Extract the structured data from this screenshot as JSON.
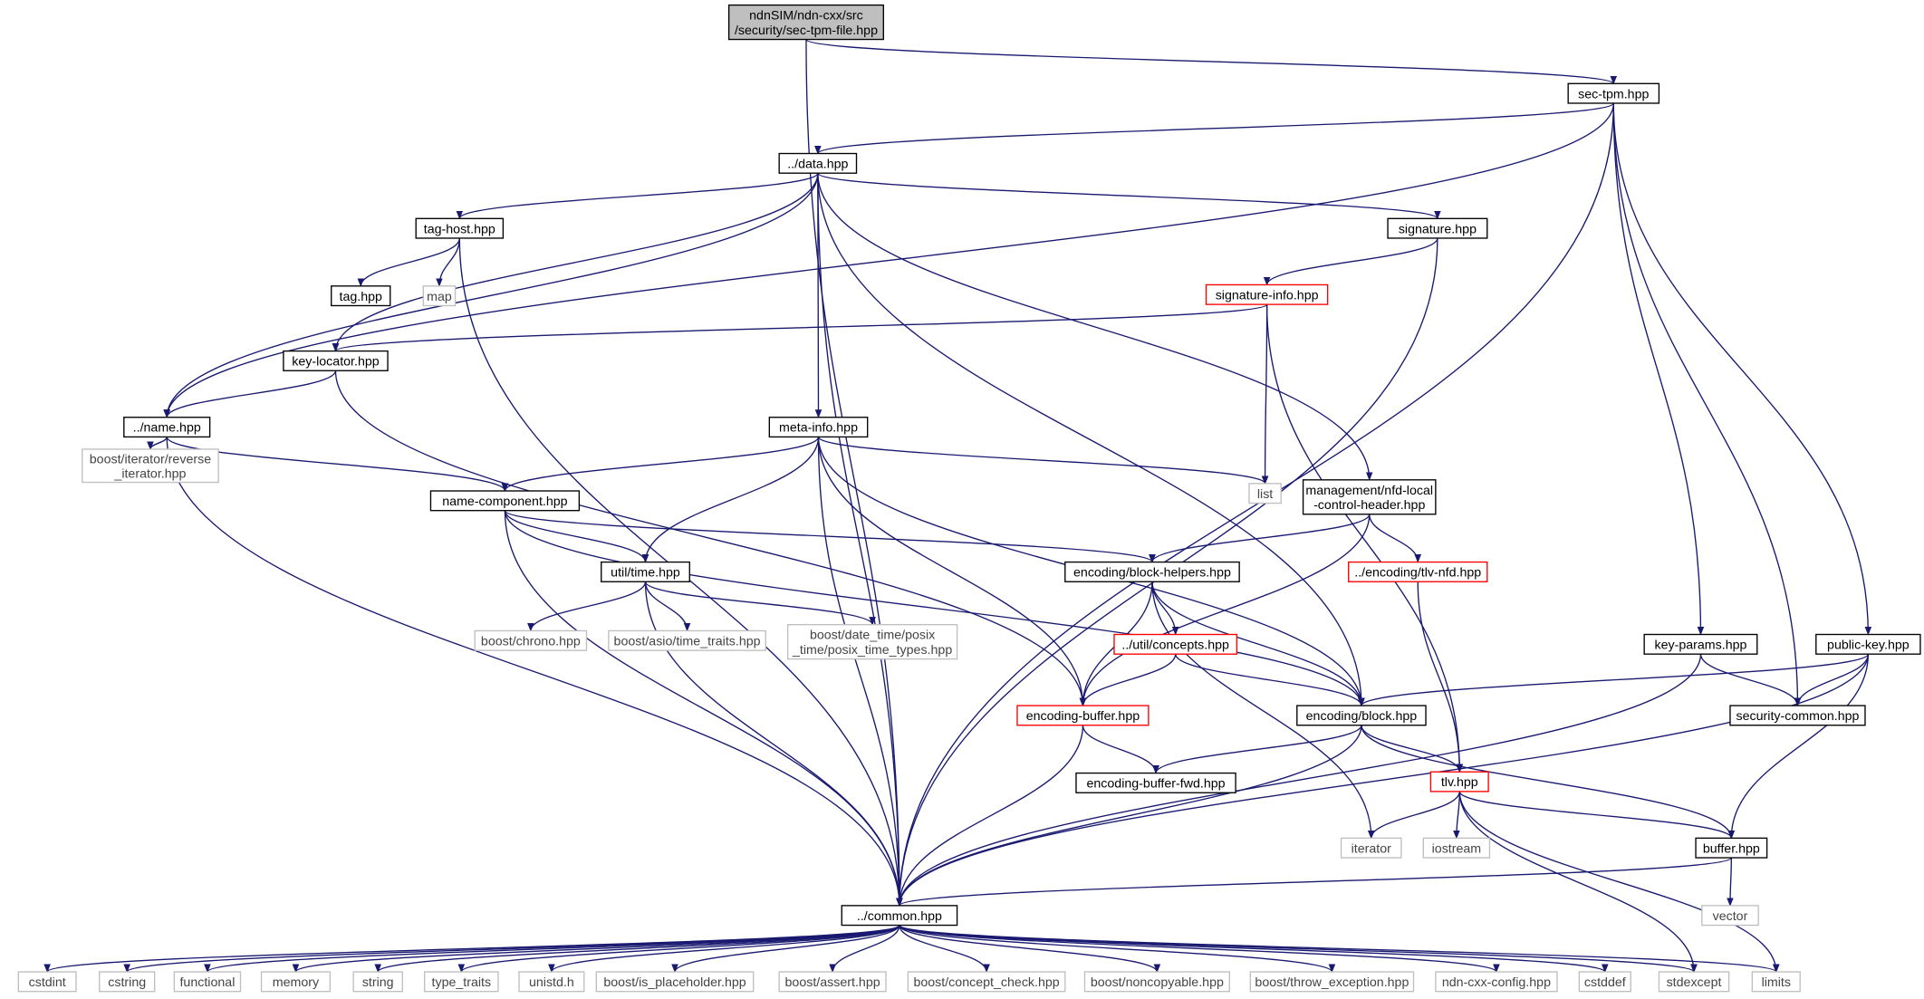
{
  "graph": {
    "edge_color": "#191970",
    "node_border_colors": {
      "normal": "#000000",
      "incomplete": "#ff0000",
      "external": "#bfbfbf"
    },
    "root_fill": "#bfbfbf",
    "nodes": [
      {
        "id": "root",
        "label": "ndnSIM/ndn-cxx/src\n/security/sec-tpm-file.hpp",
        "kind": "root"
      },
      {
        "id": "sectpm",
        "label": "sec-tpm.hpp",
        "kind": "normal"
      },
      {
        "id": "data",
        "label": "../data.hpp",
        "kind": "normal"
      },
      {
        "id": "taghost",
        "label": "tag-host.hpp",
        "kind": "normal"
      },
      {
        "id": "signature",
        "label": "signature.hpp",
        "kind": "normal"
      },
      {
        "id": "tag",
        "label": "tag.hpp",
        "kind": "normal"
      },
      {
        "id": "map",
        "label": "map",
        "kind": "external"
      },
      {
        "id": "siginfo",
        "label": "signature-info.hpp",
        "kind": "incomplete"
      },
      {
        "id": "keyloc",
        "label": "key-locator.hpp",
        "kind": "normal"
      },
      {
        "id": "name",
        "label": "../name.hpp",
        "kind": "normal"
      },
      {
        "id": "metainfo",
        "label": "meta-info.hpp",
        "kind": "normal"
      },
      {
        "id": "reviter",
        "label": "boost/iterator/reverse\n_iterator.hpp",
        "kind": "external"
      },
      {
        "id": "list",
        "label": "list",
        "kind": "external"
      },
      {
        "id": "nfdlocal",
        "label": "management/nfd-local\n-control-header.hpp",
        "kind": "normal"
      },
      {
        "id": "namecomp",
        "label": "name-component.hpp",
        "kind": "normal"
      },
      {
        "id": "utiltime",
        "label": "util/time.hpp",
        "kind": "normal"
      },
      {
        "id": "blockhelpers",
        "label": "encoding/block-helpers.hpp",
        "kind": "normal"
      },
      {
        "id": "tlvnfd",
        "label": "../encoding/tlv-nfd.hpp",
        "kind": "incomplete"
      },
      {
        "id": "chrono",
        "label": "boost/chrono.hpp",
        "kind": "external"
      },
      {
        "id": "asio",
        "label": "boost/asio/time_traits.hpp",
        "kind": "external"
      },
      {
        "id": "datetime",
        "label": "boost/date_time/posix\n_time/posix_time_types.hpp",
        "kind": "external"
      },
      {
        "id": "concepts",
        "label": "../util/concepts.hpp",
        "kind": "incomplete"
      },
      {
        "id": "keyparams",
        "label": "key-params.hpp",
        "kind": "normal"
      },
      {
        "id": "pubkey",
        "label": "public-key.hpp",
        "kind": "normal"
      },
      {
        "id": "encbuf",
        "label": "encoding-buffer.hpp",
        "kind": "incomplete"
      },
      {
        "id": "block",
        "label": "encoding/block.hpp",
        "kind": "normal"
      },
      {
        "id": "seccommon",
        "label": "security-common.hpp",
        "kind": "normal"
      },
      {
        "id": "encbuffwd",
        "label": "encoding-buffer-fwd.hpp",
        "kind": "normal"
      },
      {
        "id": "tlv",
        "label": "tlv.hpp",
        "kind": "incomplete"
      },
      {
        "id": "iterator",
        "label": "iterator",
        "kind": "external"
      },
      {
        "id": "iostream",
        "label": "iostream",
        "kind": "external"
      },
      {
        "id": "buffer",
        "label": "buffer.hpp",
        "kind": "normal"
      },
      {
        "id": "vector",
        "label": "vector",
        "kind": "external"
      },
      {
        "id": "common",
        "label": "../common.hpp",
        "kind": "normal"
      },
      {
        "id": "cstdint",
        "label": "cstdint",
        "kind": "external"
      },
      {
        "id": "cstring",
        "label": "cstring",
        "kind": "external"
      },
      {
        "id": "functional",
        "label": "functional",
        "kind": "external"
      },
      {
        "id": "memory",
        "label": "memory",
        "kind": "external"
      },
      {
        "id": "string",
        "label": "string",
        "kind": "external"
      },
      {
        "id": "typetraits",
        "label": "type_traits",
        "kind": "external"
      },
      {
        "id": "unistd",
        "label": "unistd.h",
        "kind": "external"
      },
      {
        "id": "isplaceholder",
        "label": "boost/is_placeholder.hpp",
        "kind": "external"
      },
      {
        "id": "assert",
        "label": "boost/assert.hpp",
        "kind": "external"
      },
      {
        "id": "conceptcheck",
        "label": "boost/concept_check.hpp",
        "kind": "external"
      },
      {
        "id": "noncopyable",
        "label": "boost/noncopyable.hpp",
        "kind": "external"
      },
      {
        "id": "throwexc",
        "label": "boost/throw_exception.hpp",
        "kind": "external"
      },
      {
        "id": "ndncfg",
        "label": "ndn-cxx-config.hpp",
        "kind": "external"
      },
      {
        "id": "cstddef",
        "label": "cstddef",
        "kind": "external"
      },
      {
        "id": "stdexcept",
        "label": "stdexcept",
        "kind": "external"
      },
      {
        "id": "limits",
        "label": "limits",
        "kind": "external"
      }
    ],
    "edges": [
      [
        "root",
        "sectpm"
      ],
      [
        "root",
        "common"
      ],
      [
        "sectpm",
        "data"
      ],
      [
        "sectpm",
        "name"
      ],
      [
        "sectpm",
        "common"
      ],
      [
        "sectpm",
        "keyparams"
      ],
      [
        "sectpm",
        "pubkey"
      ],
      [
        "sectpm",
        "seccommon"
      ],
      [
        "data",
        "name"
      ],
      [
        "data",
        "taghost"
      ],
      [
        "data",
        "keyloc"
      ],
      [
        "data",
        "metainfo"
      ],
      [
        "data",
        "signature"
      ],
      [
        "data",
        "nfdlocal"
      ],
      [
        "data",
        "common"
      ],
      [
        "data",
        "block"
      ],
      [
        "taghost",
        "tag"
      ],
      [
        "taghost",
        "map"
      ],
      [
        "taghost",
        "common"
      ],
      [
        "signature",
        "siginfo"
      ],
      [
        "signature",
        "common"
      ],
      [
        "siginfo",
        "keyloc"
      ],
      [
        "siginfo",
        "list"
      ],
      [
        "siginfo",
        "tlv"
      ],
      [
        "keyloc",
        "name"
      ],
      [
        "keyloc",
        "encbuf"
      ],
      [
        "name",
        "reviter"
      ],
      [
        "name",
        "namecomp"
      ],
      [
        "name",
        "common"
      ],
      [
        "metainfo",
        "namecomp"
      ],
      [
        "metainfo",
        "utiltime"
      ],
      [
        "metainfo",
        "list"
      ],
      [
        "metainfo",
        "block"
      ],
      [
        "metainfo",
        "common"
      ],
      [
        "metainfo",
        "encbuf"
      ],
      [
        "namecomp",
        "utiltime"
      ],
      [
        "namecomp",
        "blockhelpers"
      ],
      [
        "namecomp",
        "common"
      ],
      [
        "namecomp",
        "block"
      ],
      [
        "nfdlocal",
        "blockhelpers"
      ],
      [
        "nfdlocal",
        "tlvnfd"
      ],
      [
        "nfdlocal",
        "encbuf"
      ],
      [
        "utiltime",
        "chrono"
      ],
      [
        "utiltime",
        "asio"
      ],
      [
        "utiltime",
        "datetime"
      ],
      [
        "utiltime",
        "common"
      ],
      [
        "blockhelpers",
        "concepts"
      ],
      [
        "blockhelpers",
        "encbuf"
      ],
      [
        "blockhelpers",
        "block"
      ],
      [
        "blockhelpers",
        "iterator"
      ],
      [
        "tlvnfd",
        "tlv"
      ],
      [
        "concepts",
        "encbuf"
      ],
      [
        "concepts",
        "block"
      ],
      [
        "keyparams",
        "seccommon"
      ],
      [
        "keyparams",
        "common"
      ],
      [
        "pubkey",
        "block"
      ],
      [
        "pubkey",
        "seccommon"
      ],
      [
        "pubkey",
        "buffer"
      ],
      [
        "pubkey",
        "common"
      ],
      [
        "encbuf",
        "encbuffwd"
      ],
      [
        "encbuf",
        "common"
      ],
      [
        "block",
        "encbuffwd"
      ],
      [
        "block",
        "tlv"
      ],
      [
        "block",
        "buffer"
      ],
      [
        "block",
        "common"
      ],
      [
        "tlv",
        "iterator"
      ],
      [
        "tlv",
        "iostream"
      ],
      [
        "tlv",
        "buffer"
      ],
      [
        "tlv",
        "stdexcept"
      ],
      [
        "tlv",
        "limits"
      ],
      [
        "buffer",
        "common"
      ],
      [
        "buffer",
        "vector"
      ],
      [
        "common",
        "cstdint"
      ],
      [
        "common",
        "cstring"
      ],
      [
        "common",
        "functional"
      ],
      [
        "common",
        "memory"
      ],
      [
        "common",
        "string"
      ],
      [
        "common",
        "typetraits"
      ],
      [
        "common",
        "unistd"
      ],
      [
        "common",
        "isplaceholder"
      ],
      [
        "common",
        "assert"
      ],
      [
        "common",
        "conceptcheck"
      ],
      [
        "common",
        "noncopyable"
      ],
      [
        "common",
        "throwexc"
      ],
      [
        "common",
        "ndncfg"
      ],
      [
        "common",
        "cstddef"
      ],
      [
        "common",
        "stdexcept"
      ],
      [
        "common",
        "limits"
      ]
    ]
  }
}
